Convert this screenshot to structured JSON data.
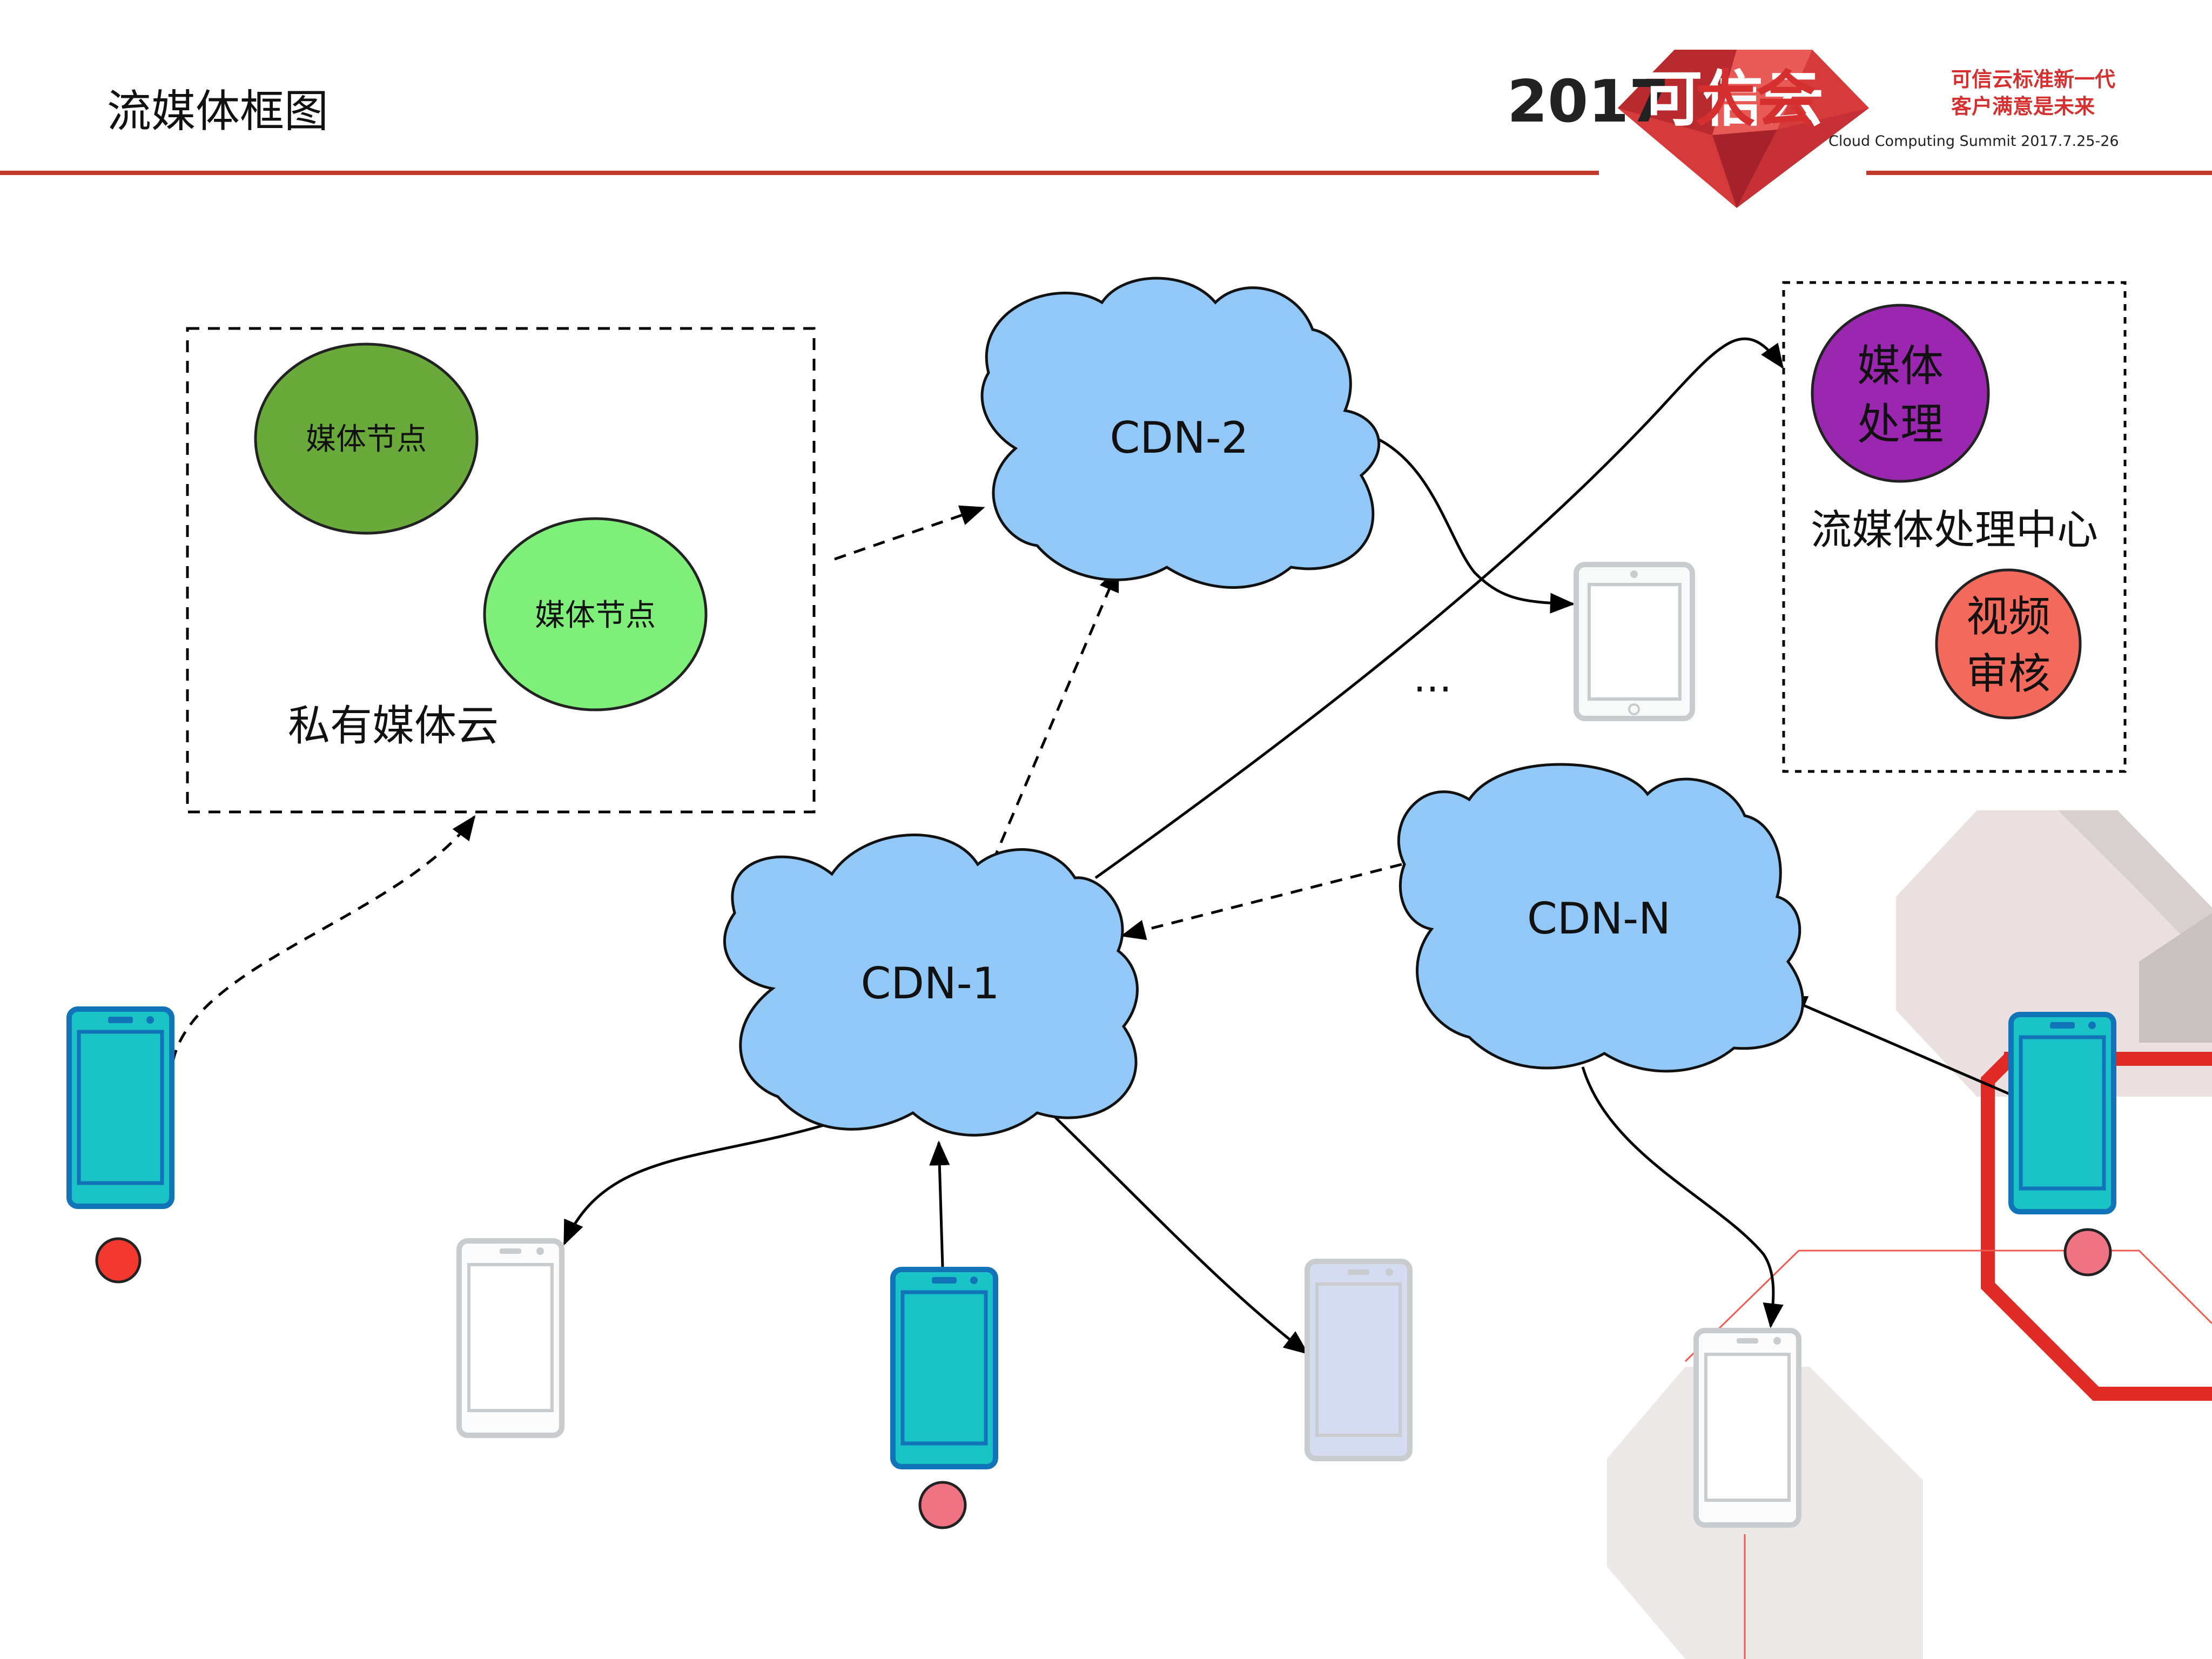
{
  "header": {
    "slide_title": "流媒体框图",
    "brand_year": "2017",
    "brand_name_1": "可信云",
    "brand_name_2": "大会",
    "brand_tagline_1": "可信云标准新一代",
    "brand_tagline_2": "客户满意是未来",
    "brand_subtitle": "Cloud Computing Summit 2017.7.25-26"
  },
  "private_cloud": {
    "label": "私有媒体云",
    "node_1": "媒体节点",
    "node_2": "媒体节点"
  },
  "processing_center": {
    "label": "流媒体处理中心",
    "media_processing": [
      "媒体",
      "处理"
    ],
    "video_review": [
      "视频",
      "审核"
    ]
  },
  "clouds": {
    "cdn_1": "CDN-1",
    "cdn_2": "CDN-2",
    "cdn_n": "CDN-N"
  },
  "ellipsis": "…",
  "colors": {
    "rule_red": "#c0392b",
    "cloud_fill": "#92c8f8",
    "node_dark_green": "#6aaa3a",
    "node_light_green": "#7ef07a",
    "media_processing": "#9b27b0",
    "video_review": "#f36a5c",
    "phone_active": "#19c3c6",
    "phone_active_frame": "#1173b8",
    "dot_red": "#f2382f",
    "dot_pink": "#f07384"
  }
}
